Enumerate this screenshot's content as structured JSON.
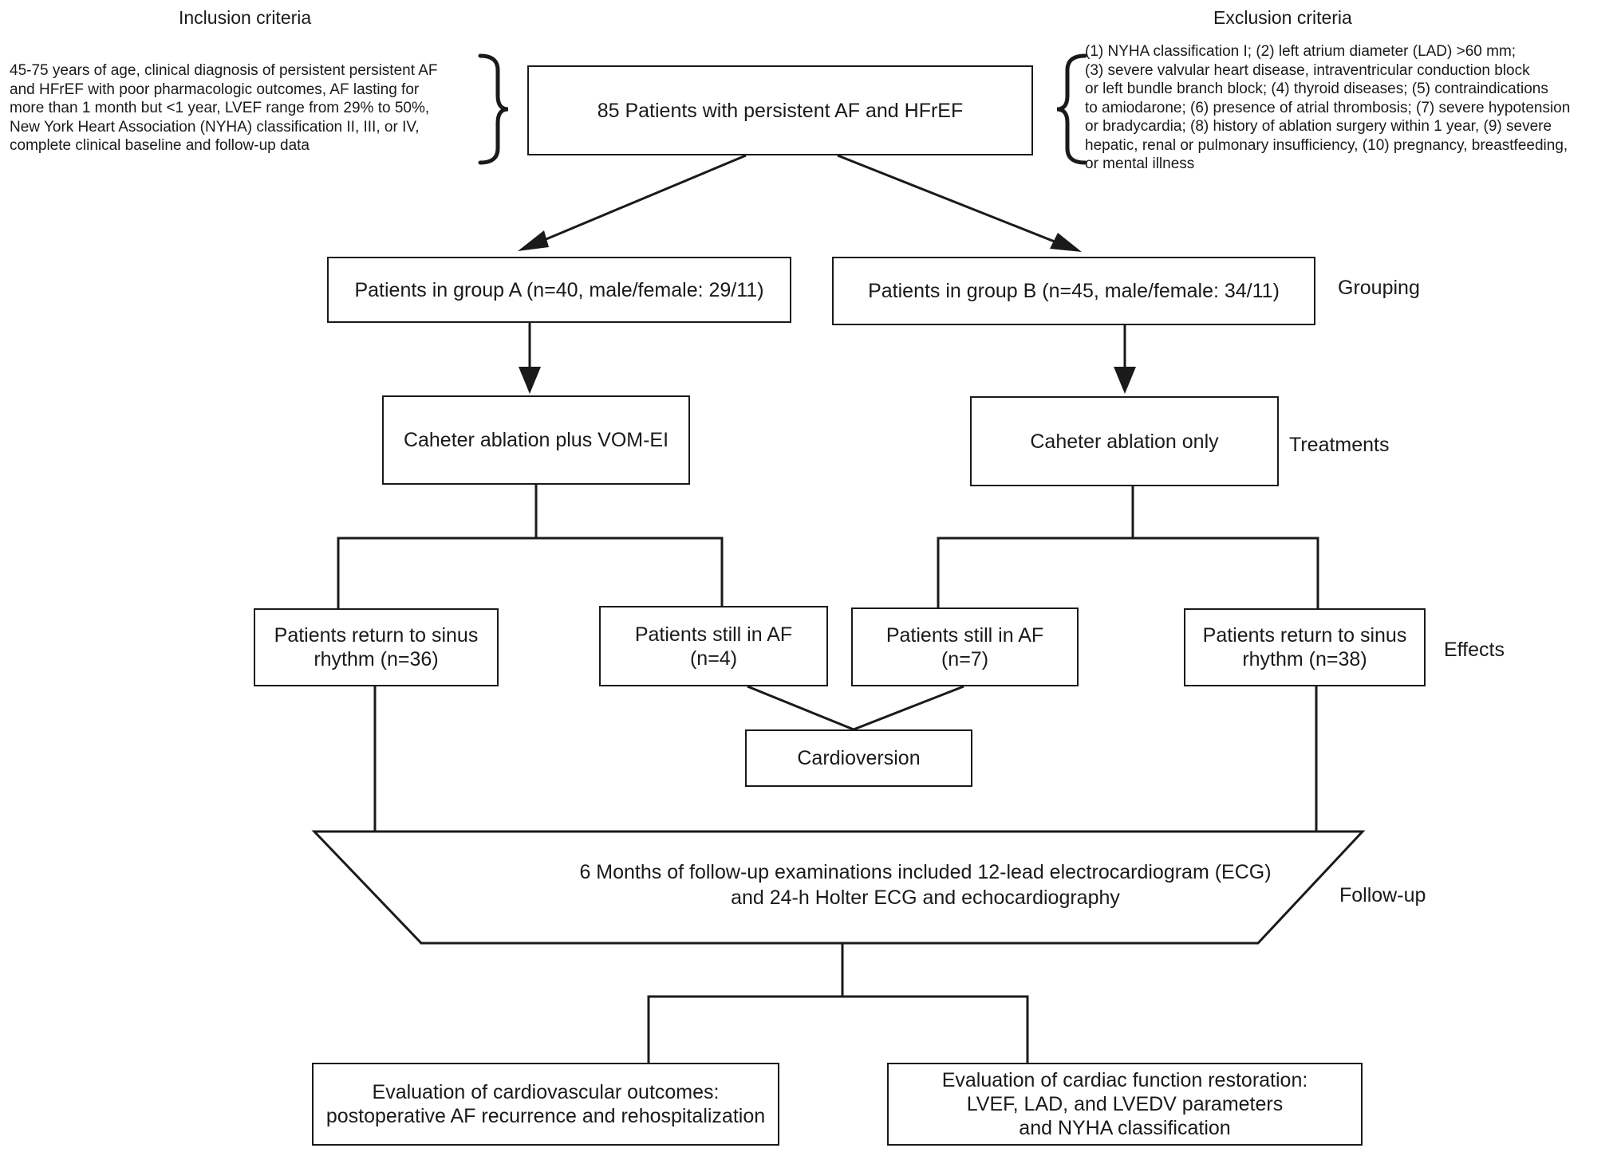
{
  "inclusion": {
    "heading": "Inclusion criteria",
    "lines": [
      "45-75 years of age, clinical diagnosis of persistent persistent AF",
      "and HFrEF with poor pharmacologic outcomes, AF lasting for",
      "more than 1 month but <1 year, LVEF range from 29% to 50%,",
      "New York Heart Association (NYHA) classification II, III, or IV,",
      "complete clinical baseline and follow-up data"
    ]
  },
  "exclusion": {
    "heading": "Exclusion criteria",
    "lines": [
      "(1) NYHA classification I; (2) left atrium diameter (LAD) >60 mm;",
      "(3) severe valvular heart disease, intraventricular conduction block",
      "or left bundle branch block; (4) thyroid diseases; (5) contraindications",
      "to amiodarone; (6) presence of atrial thrombosis; (7) severe hypotension",
      "or bradycardia; (8) history of ablation surgery within 1 year, (9) severe",
      "hepatic, renal or pulmonary insufficiency, (10) pregnancy, breastfeeding,",
      "or mental illness"
    ]
  },
  "nodes": {
    "patients": "85 Patients with persistent AF and HFrEF",
    "group_a": "Patients in group A (n=40, male/female: 29/11)",
    "group_b": "Patients in group B (n=45, male/female: 34/11)",
    "treatment_a": "Caheter ablation plus VOM-EI",
    "treatment_b": "Caheter ablation only",
    "a_sinus": [
      "Patients return to sinus",
      "rhythm (n=36)"
    ],
    "a_af": [
      "Patients still in AF",
      "(n=4)"
    ],
    "b_af": [
      "Patients still in AF",
      "(n=7)"
    ],
    "b_sinus": [
      "Patients return to sinus",
      "rhythm (n=38)"
    ],
    "cardioversion": "Cardioversion",
    "follow_up": [
      "6 Months of follow-up examinations included 12-lead electrocardiogram (ECG)",
      "and 24-h Holter ECG and echocardiography"
    ],
    "outcome_cv": [
      "Evaluation of cardiovascular outcomes:",
      "postoperative AF recurrence and rehospitalization"
    ],
    "outcome_cf": [
      "Evaluation of cardiac function restoration:",
      "LVEF, LAD, and LVEDV parameters",
      "and NYHA classification"
    ]
  },
  "stage_labels": {
    "grouping": "Grouping",
    "treatments": "Treatments",
    "effects": "Effects",
    "follow_up": "Follow-up"
  },
  "colors": {
    "stroke": "#1a1a1a",
    "background": "#ffffff"
  }
}
